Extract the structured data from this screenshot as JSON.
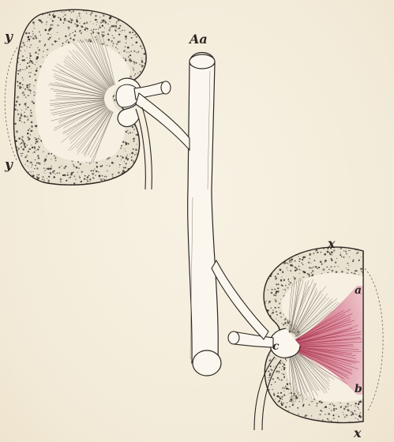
{
  "labels": {
    "aorta": "Aa",
    "upper_top": "y",
    "upper_bottom": "y",
    "lower_top": "x",
    "lower_bottom": "x",
    "lower_a": "a",
    "lower_b": "b",
    "lower_c": "c"
  },
  "colors": {
    "paper": "#f5eedf",
    "ink": "#2b2622",
    "pyramid_red": "#c4506a"
  }
}
